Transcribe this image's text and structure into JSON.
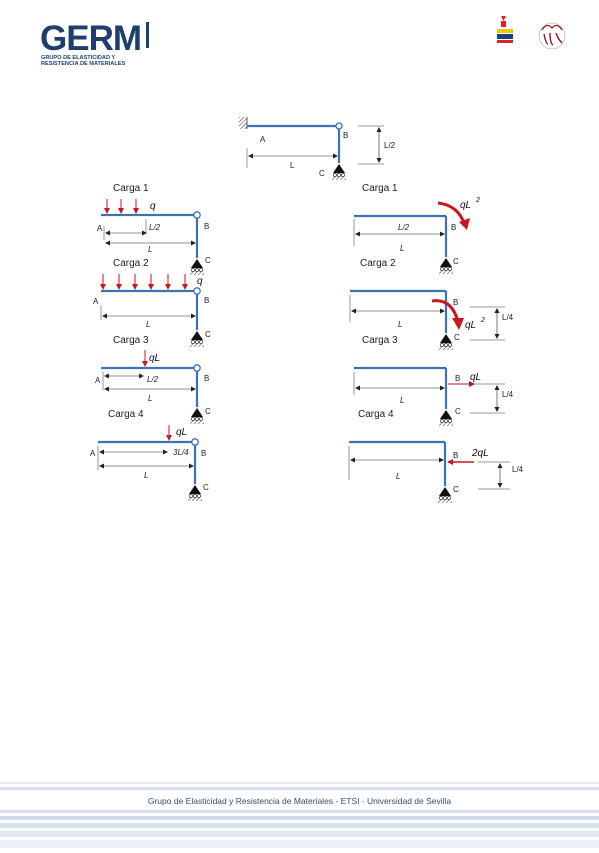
{
  "header": {
    "logo_word": "GERM",
    "logo_subtitle_line1": "GRUPO DE ELASTICIDAD Y",
    "logo_subtitle_line2": "RESISTENCIA DE MATERIALES"
  },
  "colors": {
    "beam": "#3b73b5",
    "load": "#c8171d",
    "brand": "#1e3f6e",
    "footer_stripes": "#d7e1ef"
  },
  "top_figure": {
    "label_A": "A",
    "label_B": "B",
    "label_C": "C",
    "label_L": "L",
    "label_L2": "L/2"
  },
  "left_column": {
    "cases": [
      {
        "title": "Carga 1",
        "load": "q",
        "label_A": "A",
        "label_B": "B",
        "label_C": "C",
        "dim_inner": "L/2",
        "dim_span": "L"
      },
      {
        "title": "Carga 2",
        "load": "q",
        "label_A": "A",
        "label_B": "B",
        "label_C": "C",
        "dim_span": "L"
      },
      {
        "title": "Carga 3",
        "load": "qL",
        "label_A": "A",
        "label_B": "B",
        "label_C": "C",
        "dim_inner": "L/2",
        "dim_span": "L"
      },
      {
        "title": "Carga 4",
        "load": "qL",
        "label_A": "A",
        "label_B": "B",
        "label_C": "C",
        "dim_inner": "3L/4",
        "dim_span": "L"
      }
    ]
  },
  "right_column": {
    "cases": [
      {
        "title": "Carga 1",
        "load": "qL",
        "load_exp": "2",
        "label_B": "B",
        "label_C": "C",
        "dim_inner": "L/2",
        "dim_span": "L"
      },
      {
        "title": "Carga 2",
        "load": "qL",
        "load_exp": "2",
        "label_B": "B",
        "label_C": "C",
        "dim_span": "L",
        "dim_vert": "L/4"
      },
      {
        "title": "Carga 3",
        "load": "qL",
        "label_B": "B",
        "label_C": "C",
        "dim_span": "L",
        "dim_vert": "L/4"
      },
      {
        "title": "Carga 4",
        "load": "2qL",
        "label_B": "B",
        "label_C": "C",
        "dim_span": "L",
        "dim_vert": "L/4"
      }
    ]
  },
  "footer": {
    "text": "Grupo de Elasticidad y Resistencia de Materiales - ETSI - Universidad de Sevilla"
  }
}
